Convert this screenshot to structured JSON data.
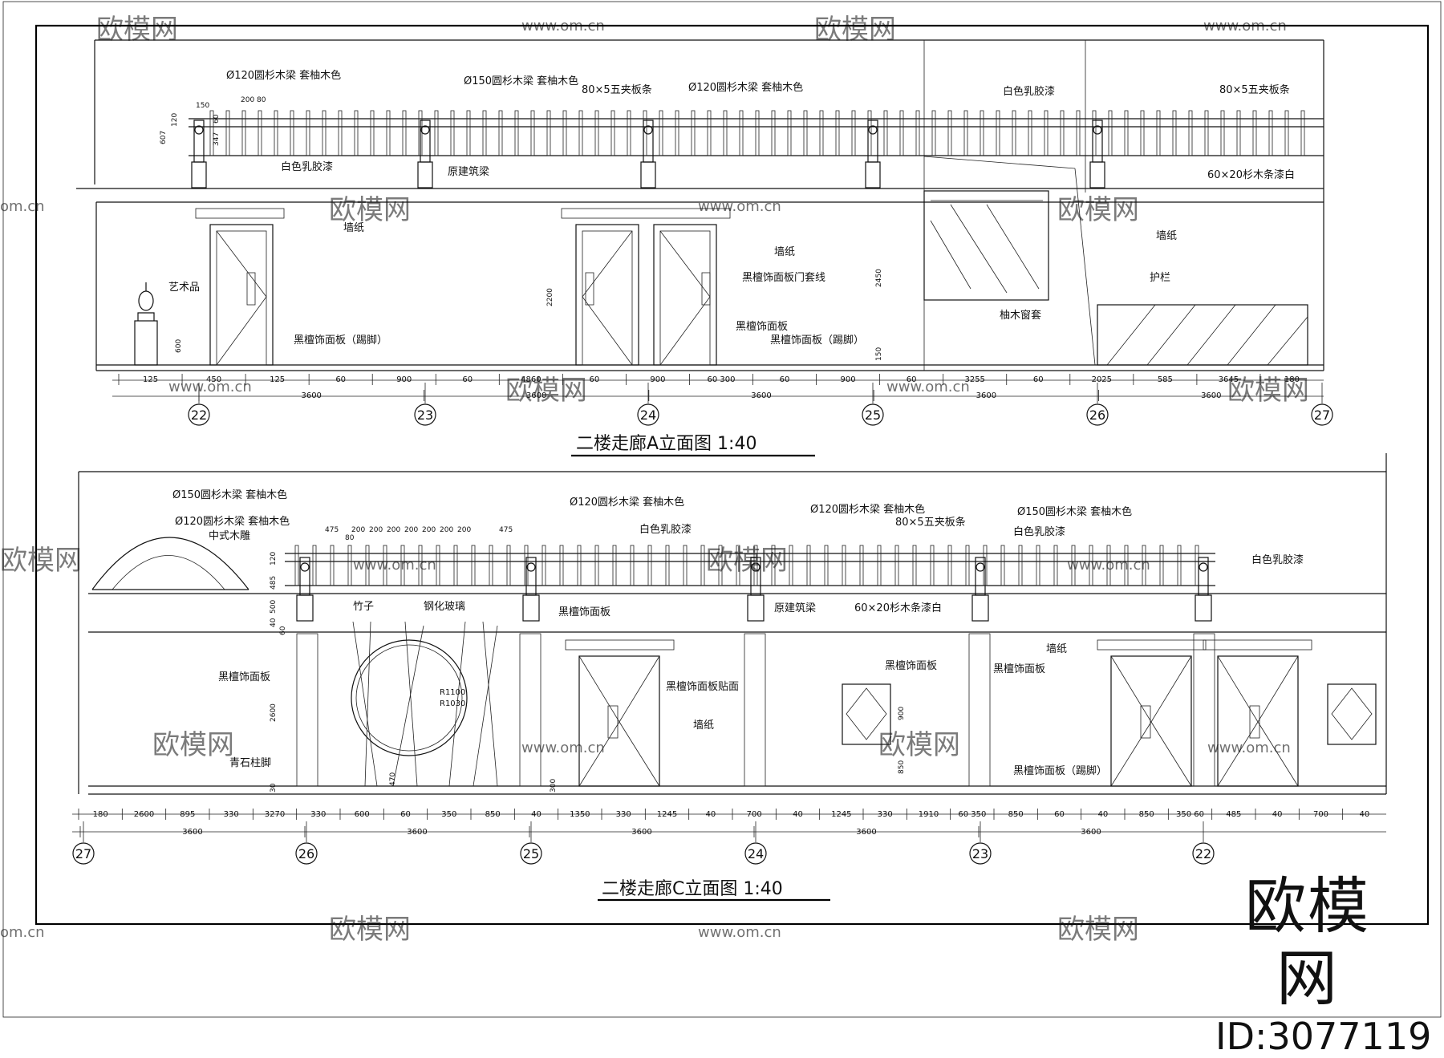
{
  "elevA": {
    "title": "二楼走廊A立面图   1:40",
    "labels": [
      {
        "id": "a1",
        "text": "Ø120圆杉木梁  套柚木色"
      },
      {
        "id": "a2",
        "text": "Ø150圆杉木梁  套柚木色"
      },
      {
        "id": "a3",
        "text": "80×5五夹板条"
      },
      {
        "id": "a4",
        "text": "Ø120圆杉木梁  套柚木色"
      },
      {
        "id": "a5",
        "text": "白色乳胶漆"
      },
      {
        "id": "a6",
        "text": "80×5五夹板条"
      },
      {
        "id": "a7",
        "text": "白色乳胶漆"
      },
      {
        "id": "a8",
        "text": "原建筑梁"
      },
      {
        "id": "a9",
        "text": "60×20杉木条漆白"
      },
      {
        "id": "a10",
        "text": "墙纸"
      },
      {
        "id": "a11",
        "text": "墙纸"
      },
      {
        "id": "a12",
        "text": "墙纸"
      },
      {
        "id": "a13",
        "text": "艺术品"
      },
      {
        "id": "a14",
        "text": "黑檀饰面板门套线"
      },
      {
        "id": "a15",
        "text": "护栏"
      },
      {
        "id": "a16",
        "text": "黑檀饰面板"
      },
      {
        "id": "a17",
        "text": "柚木窗套"
      },
      {
        "id": "a18",
        "text": "黑檀饰面板（踢脚）"
      },
      {
        "id": "a19",
        "text": "黑檀饰面板（踢脚）"
      }
    ],
    "dims_top": [
      {
        "id": "t1",
        "text": "200 80"
      },
      {
        "id": "t2",
        "text": "150"
      },
      {
        "id": "t3",
        "text": "120"
      },
      {
        "id": "t4",
        "text": "60"
      },
      {
        "id": "t5",
        "text": "607"
      },
      {
        "id": "t6",
        "text": "347"
      },
      {
        "id": "t7",
        "text": "2200"
      },
      {
        "id": "t8",
        "text": "2450"
      },
      {
        "id": "t9",
        "text": "600"
      },
      {
        "id": "t10",
        "text": "150"
      }
    ],
    "dims_row1": [
      {
        "id": "r1",
        "text": "125"
      },
      {
        "id": "r2",
        "text": "450"
      },
      {
        "id": "r3",
        "text": "125"
      },
      {
        "id": "r4",
        "text": "60"
      },
      {
        "id": "r5",
        "text": "900"
      },
      {
        "id": "r6",
        "text": "60"
      },
      {
        "id": "r7",
        "text": "4860"
      },
      {
        "id": "r8",
        "text": "60"
      },
      {
        "id": "r9",
        "text": "900"
      },
      {
        "id": "r10",
        "text": "60 300"
      },
      {
        "id": "r11",
        "text": "60"
      },
      {
        "id": "r12",
        "text": "900"
      },
      {
        "id": "r13",
        "text": "60"
      },
      {
        "id": "r14",
        "text": "3255"
      },
      {
        "id": "r15",
        "text": "60"
      },
      {
        "id": "r16",
        "text": "2025"
      },
      {
        "id": "r17",
        "text": "585"
      },
      {
        "id": "r18",
        "text": "3645"
      },
      {
        "id": "r19",
        "text": "180"
      }
    ],
    "dims_row2": [
      {
        "id": "s1",
        "text": "3600"
      },
      {
        "id": "s2",
        "text": "3600"
      },
      {
        "id": "s3",
        "text": "3600"
      },
      {
        "id": "s4",
        "text": "3600"
      },
      {
        "id": "s5",
        "text": "3600"
      }
    ],
    "axes": [
      "22",
      "23",
      "24",
      "25",
      "26",
      "27"
    ]
  },
  "elevC": {
    "title": "二楼走廊C立面图 1:40",
    "labels": [
      {
        "id": "c1",
        "text": "Ø150圆杉木梁  套柚木色"
      },
      {
        "id": "c2",
        "text": "Ø120圆杉木梁  套柚木色"
      },
      {
        "id": "c3",
        "text": "中式木雕"
      },
      {
        "id": "c4",
        "text": "Ø120圆杉木梁  套柚木色"
      },
      {
        "id": "c5",
        "text": "白色乳胶漆"
      },
      {
        "id": "c6",
        "text": "Ø120圆杉木梁  套柚木色"
      },
      {
        "id": "c7",
        "text": "80×5五夹板条"
      },
      {
        "id": "c8",
        "text": "Ø150圆杉木梁  套柚木色"
      },
      {
        "id": "c9",
        "text": "白色乳胶漆"
      },
      {
        "id": "c10",
        "text": "白色乳胶漆"
      },
      {
        "id": "c11",
        "text": "竹子"
      },
      {
        "id": "c12",
        "text": "钢化玻璃"
      },
      {
        "id": "c13",
        "text": "黑檀饰面板"
      },
      {
        "id": "c14",
        "text": "原建筑梁"
      },
      {
        "id": "c15",
        "text": "60×20杉木条漆白"
      },
      {
        "id": "c16",
        "text": "黑檀饰面板"
      },
      {
        "id": "c17",
        "text": "黑檀饰面板贴面"
      },
      {
        "id": "c18",
        "text": "墙纸"
      },
      {
        "id": "c19",
        "text": "黑檀饰面板"
      },
      {
        "id": "c20",
        "text": "墙纸"
      },
      {
        "id": "c21",
        "text": "黑檀饰面板"
      },
      {
        "id": "c22",
        "text": "青石柱脚"
      },
      {
        "id": "c23",
        "text": "黑檀饰面板（踢脚）"
      },
      {
        "id": "c24",
        "text": "R1100"
      },
      {
        "id": "c25",
        "text": "R1030"
      }
    ],
    "dims_top": [
      {
        "id": "u1",
        "text": "475"
      },
      {
        "id": "u2",
        "text": "200"
      },
      {
        "id": "u3",
        "text": "200"
      },
      {
        "id": "u4",
        "text": "200"
      },
      {
        "id": "u5",
        "text": "200"
      },
      {
        "id": "u6",
        "text": "200"
      },
      {
        "id": "u7",
        "text": "200"
      },
      {
        "id": "u8",
        "text": "200"
      },
      {
        "id": "u9",
        "text": "475"
      },
      {
        "id": "u10",
        "text": "80"
      },
      {
        "id": "u11",
        "text": "120"
      },
      {
        "id": "u12",
        "text": "485"
      },
      {
        "id": "u13",
        "text": "500"
      },
      {
        "id": "u14",
        "text": "40"
      },
      {
        "id": "u15",
        "text": "60"
      },
      {
        "id": "u16",
        "text": "2600"
      },
      {
        "id": "u17",
        "text": "30"
      },
      {
        "id": "u18",
        "text": "470"
      },
      {
        "id": "u19",
        "text": "300"
      },
      {
        "id": "u20",
        "text": "900"
      },
      {
        "id": "u21",
        "text": "850"
      }
    ],
    "dims_row1": [
      {
        "id": "v1",
        "text": "180"
      },
      {
        "id": "v2",
        "text": "2600"
      },
      {
        "id": "v3",
        "text": "895"
      },
      {
        "id": "v4",
        "text": "330"
      },
      {
        "id": "v5",
        "text": "3270"
      },
      {
        "id": "v6",
        "text": "330"
      },
      {
        "id": "v7",
        "text": "600"
      },
      {
        "id": "v8",
        "text": "60"
      },
      {
        "id": "v9",
        "text": "350"
      },
      {
        "id": "v10",
        "text": "850"
      },
      {
        "id": "v11",
        "text": "40"
      },
      {
        "id": "v12",
        "text": "1350"
      },
      {
        "id": "v13",
        "text": "330"
      },
      {
        "id": "v14",
        "text": "1245"
      },
      {
        "id": "v15",
        "text": "40"
      },
      {
        "id": "v16",
        "text": "700"
      },
      {
        "id": "v17",
        "text": "40"
      },
      {
        "id": "v18",
        "text": "1245"
      },
      {
        "id": "v19",
        "text": "330"
      },
      {
        "id": "v20",
        "text": "1910"
      },
      {
        "id": "v21",
        "text": "60 350"
      },
      {
        "id": "v22",
        "text": "850"
      },
      {
        "id": "v23",
        "text": "60"
      },
      {
        "id": "v24",
        "text": "40"
      },
      {
        "id": "v25",
        "text": "850"
      },
      {
        "id": "v26",
        "text": "350 60"
      },
      {
        "id": "v27",
        "text": "485"
      },
      {
        "id": "v28",
        "text": "40"
      },
      {
        "id": "v29",
        "text": "700"
      },
      {
        "id": "v30",
        "text": "40"
      }
    ],
    "dims_row2": [
      {
        "id": "w1",
        "text": "3600"
      },
      {
        "id": "w2",
        "text": "3600"
      },
      {
        "id": "w3",
        "text": "3600"
      },
      {
        "id": "w4",
        "text": "3600"
      },
      {
        "id": "w5",
        "text": "3600"
      }
    ],
    "axes": [
      "27",
      "26",
      "25",
      "24",
      "23",
      "22"
    ]
  },
  "watermark": {
    "brand": "欧模网",
    "url": "www.om.cn",
    "url_short": "om.cn"
  },
  "brand_block": {
    "name": "欧模网",
    "id": "ID:3077119"
  }
}
